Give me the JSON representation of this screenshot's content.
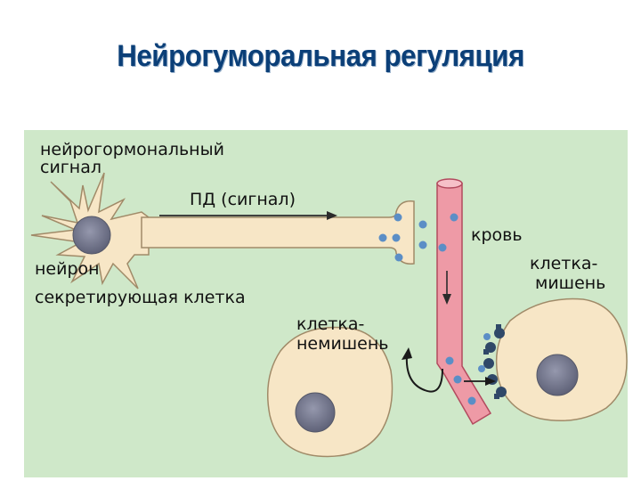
{
  "title": "Нейрогуморальная регуляция",
  "labels": {
    "neurohormonal_signal_line1": "нейрогормональный",
    "neurohormonal_signal_line2": "сигнал",
    "action_potential": "ПД (сигнал)",
    "blood": "кровь",
    "neuron": "нейрон",
    "secreting_cell": "секретирующая клетка",
    "target_cell_line1": "клетка-",
    "target_cell_line2": "мишень",
    "nontarget_cell_line1": "клетка-",
    "nontarget_cell_line2": "немишень"
  },
  "colors": {
    "background": "#cfe8c9",
    "cell_fill": "#f7e6c6",
    "cell_stroke": "#a08a68",
    "nucleus": "#7c7f96",
    "vessel": "#ee9aa6",
    "vessel_stroke": "#b24a5e",
    "hormone_dot": "#5b8ec6",
    "receptor": "#2f4868",
    "title": "#0b3f78"
  }
}
